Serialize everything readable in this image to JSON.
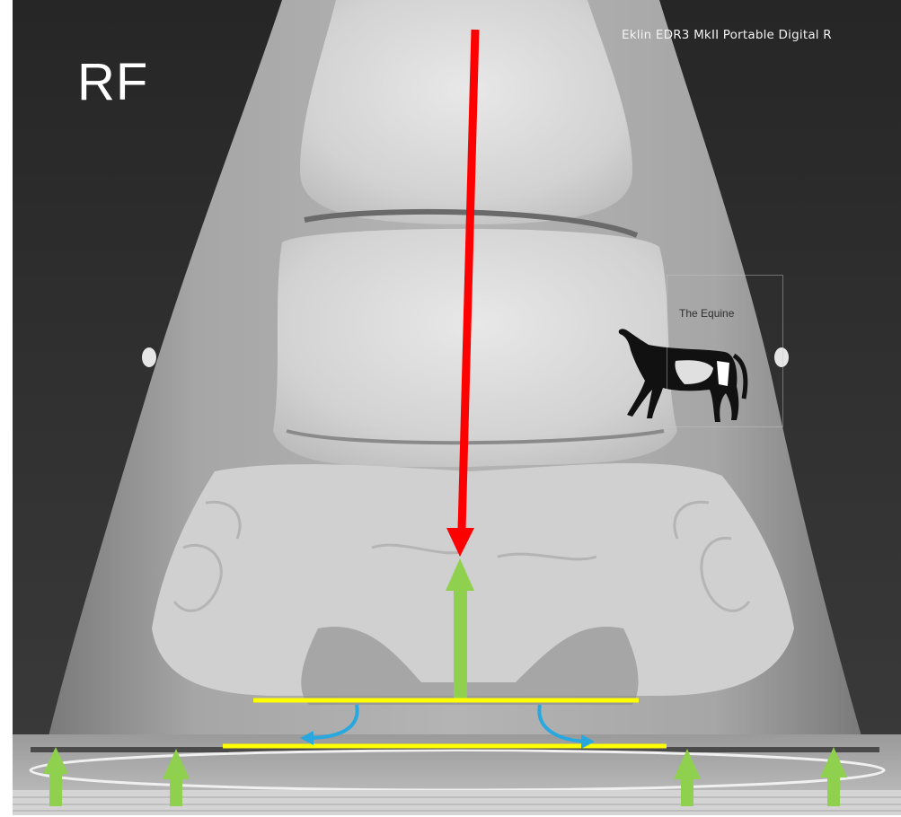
{
  "image": {
    "side_label": "RF",
    "device_label": "Eklin EDR3 MkII Portable Digital R",
    "watermark": {
      "text": "The Equine",
      "icon": "horse-silhouette-icon"
    }
  },
  "annotations": {
    "colors": {
      "red_arrow": "#ff0000",
      "green_arrows": "#8fd14f",
      "yellow_lines": "#ffff00",
      "blue_arrows": "#29a8e0"
    },
    "arrows": [
      {
        "name": "red-arrow-down",
        "color": "red"
      },
      {
        "name": "green-arrow-up-center",
        "color": "green"
      },
      {
        "name": "green-arrow-up-far-left",
        "color": "green"
      },
      {
        "name": "green-arrow-up-left",
        "color": "green"
      },
      {
        "name": "green-arrow-up-right",
        "color": "green"
      },
      {
        "name": "green-arrow-up-far-right",
        "color": "green"
      },
      {
        "name": "blue-curved-arrow-left",
        "color": "blue"
      },
      {
        "name": "blue-curved-arrow-right",
        "color": "blue"
      }
    ],
    "lines": [
      {
        "name": "yellow-line-upper",
        "color": "yellow"
      },
      {
        "name": "yellow-line-lower",
        "color": "yellow"
      }
    ]
  }
}
